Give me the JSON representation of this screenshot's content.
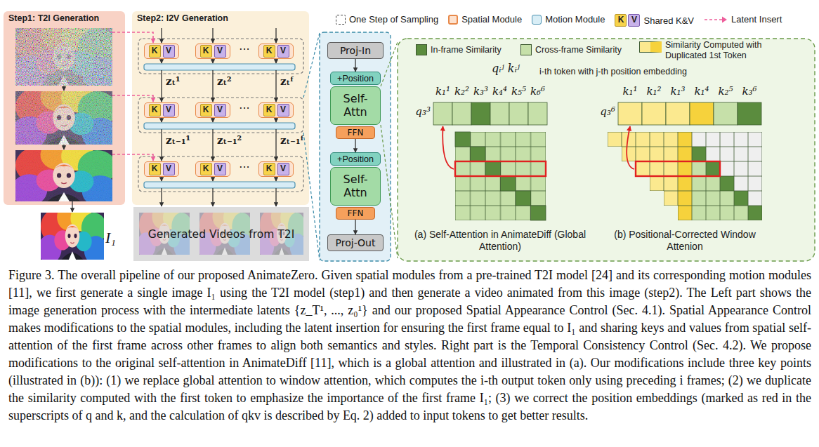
{
  "diagram": {
    "caption": "Figure 3. The overall pipeline of our proposed AnimateZero. Given spatial modules from a pre-trained T2I model [24] and its corresponding motion modules [11], we first generate a single image I₁ using the T2I model (step1) and then generate a video animated from this image (step2). The Left part shows the image generation process with the intermediate latents {z_T¹, ..., z₀¹} and our proposed Spatial Appearance Control (Sec. 4.1). Spatial Appearance Control makes modifications to the spatial modules, including the latent insertion for ensuring the first frame equal to I₁ and sharing keys and values from spatial self-attention of the first frame across other frames to align both semantics and styles. Right part is the Temporal Consistency Control (Sec. 4.2). We propose modifications to the original self-attention in AnimateDiff [11], which is a global attention and illustrated in (a). Our modifications include three key points (illustrated in (b)): (1) we replace global attention to window attention, which computes the i-th output token only using preceding i frames; (2) we duplicate the similarity computed with the first token to emphasize the importance of the first frame I₁; (3) we correct the position embeddings (marked as red in the superscripts of q and k, and the calculation of qkv is described by Eq. 2) added to input tokens to get better results.",
    "nodes": [
      {
        "text": [
          "Step1: T2I Generation"
        ]
      },
      {
        "text": [
          "Step2: I2V Generation"
        ]
      },
      {
        "text": [
          "K",
          "V"
        ],
        "in": 1
      },
      {
        "text": [
          "K",
          "V"
        ],
        "in": 1
      },
      {
        "text": [
          "K",
          "V"
        ],
        "in": 1
      },
      {
        "text": [
          "K",
          "V"
        ],
        "in": 1
      },
      {
        "text": [
          "K",
          "V"
        ],
        "in": 1
      },
      {
        "text": [
          "K",
          "V"
        ],
        "in": 1
      },
      {
        "text": [
          "K",
          "V"
        ],
        "in": 1
      },
      {
        "text": [
          "K",
          "V"
        ],
        "in": 1
      },
      {
        "text": [
          "K",
          "V"
        ],
        "in": 1
      },
      {
        "text": [
          "Generated Videos from T2I"
        ]
      },
      {
        "text": [
          "Proj-In"
        ]
      },
      {
        "text": [
          "+Position"
        ]
      },
      {
        "text": [
          "Self-Attn"
        ]
      },
      {
        "text": [
          "FFN"
        ]
      },
      {
        "text": [
          "+Position"
        ]
      },
      {
        "text": [
          "Self-Attn"
        ]
      },
      {
        "text": [
          "FFN"
        ]
      },
      {
        "text": [
          "Proj-Out"
        ]
      }
    ],
    "edges": [
      {
        "from": 12,
        "to": 13,
        "arrow": "to"
      },
      {
        "from": 15,
        "to": 16,
        "arrow": "to"
      },
      {
        "from": 18,
        "to": 19,
        "arrow": "to"
      }
    ],
    "labels": [
      "I₁",
      "zₜ¹",
      "zₜ²",
      "zₜᶠ",
      "zₜ₋₁¹",
      "zₜ₋₁²",
      "zₜ₋₁ᶠ",
      "···",
      "···",
      "···",
      "K",
      "V",
      "qᵢʲ kᵢʲ",
      "i-th token with j-th position embedding",
      "k₁¹",
      "k₂²",
      "k₃³",
      "k₄⁴",
      "k₅⁵",
      "k₆⁶",
      "q₃³",
      "k₁¹",
      "k₁²",
      "k₁³",
      "k₁⁴",
      "k₂⁵",
      "k₃⁶",
      "q₃⁶",
      "(a) Self-Attention in AnimateDiff (Global Attention)",
      "(b) Positional-Corrected Window Attenion"
    ],
    "legend": [
      {
        "text": "One Step of Sampling"
      },
      {
        "text": "Spatial Module",
        "color": "#fde2cf"
      },
      {
        "text": "Motion Module",
        "color": "#d9eef6"
      },
      {
        "text": "Shared K&V"
      },
      {
        "text": "Latent Insert"
      },
      {
        "text": "In-frame Similarity",
        "color": "#5b8c3e"
      },
      {
        "text": "Cross-frame Similarity",
        "color": "#c6e0a9"
      },
      {
        "text": "Similarity Computed with Duplicated 1st Token",
        "color": "#fbe98f"
      }
    ]
  }
}
